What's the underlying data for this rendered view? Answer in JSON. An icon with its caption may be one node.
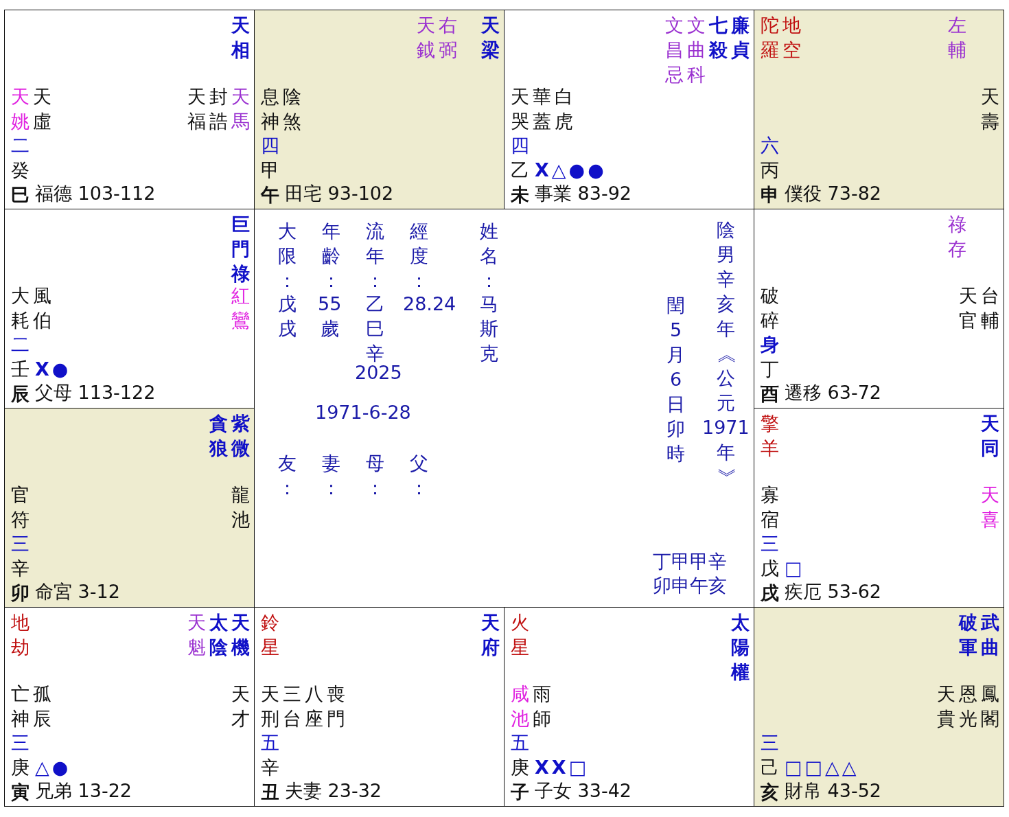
{
  "diagram": {
    "nodes": [
      {
        "text": [
          "天相",
          "天姚",
          "天虛",
          "天福",
          "封誥",
          "天馬",
          "二",
          "癸巳",
          "福德 103-112"
        ]
      },
      {
        "text": [
          "天鉞",
          "右弼",
          "天梁",
          "息神",
          "陰煞",
          "四",
          "甲午",
          "田宅 93-102"
        ]
      },
      {
        "text": [
          "文昌忌",
          "文曲科",
          "七殺",
          "廉貞",
          "天哭",
          "華蓋",
          "白虎",
          "四",
          "乙未",
          "X△●●",
          "事業 83-92"
        ]
      },
      {
        "text": [
          "陀羅",
          "地空",
          "左輔",
          "天壽",
          "六",
          "丙申",
          "僕役 73-82"
        ]
      },
      {
        "text": [
          "巨門祿",
          "大耗",
          "風伯",
          "紅鸞",
          "二",
          "壬辰",
          "X●",
          "父母 113-122"
        ]
      },
      {
        "text": [
          "大限：",
          "戊戌",
          "年齡：",
          "55歲",
          "流年：",
          "乙巳辛",
          "2025",
          "經度：",
          "28.24",
          "姓名：",
          "马斯克",
          "1971-6-28",
          "友：",
          "妻：",
          "母：",
          "父：",
          "閏5月6日卯時",
          "陰男辛亥年《公元1971年》",
          "丁甲甲辛",
          "卯申午亥"
        ]
      },
      {
        "text": [
          "祿存",
          "破碎",
          "天官",
          "台輔",
          "身",
          "丁酉",
          "遷移 63-72"
        ]
      },
      {
        "text": [
          "貪狼",
          "紫微",
          "官符",
          "龍池",
          "三",
          "辛卯",
          "命宮 3-12"
        ]
      },
      {
        "text": [
          "擎羊",
          "天同",
          "寡宿",
          "天喜",
          "三",
          "戊戌",
          "□",
          "疾厄 53-62"
        ]
      },
      {
        "text": [
          "地劫",
          "天魁",
          "太陰",
          "天機",
          "亡神",
          "孤辰",
          "天才",
          "三",
          "庚寅",
          "△●",
          "兄弟 13-22"
        ]
      },
      {
        "text": [
          "鈴星",
          "天府",
          "天刑",
          "三台",
          "八座",
          "喪門",
          "五",
          "辛丑",
          "夫妻 23-32"
        ]
      },
      {
        "text": [
          "火星",
          "太陽權",
          "咸池",
          "雨師",
          "五",
          "庚子",
          "XX□",
          "子女 33-42"
        ]
      },
      {
        "text": [
          "破軍",
          "武曲",
          "天貴",
          "恩光",
          "鳳閣",
          "三",
          "己亥",
          "□□△△",
          "財帛 43-52"
        ]
      }
    ]
  }
}
